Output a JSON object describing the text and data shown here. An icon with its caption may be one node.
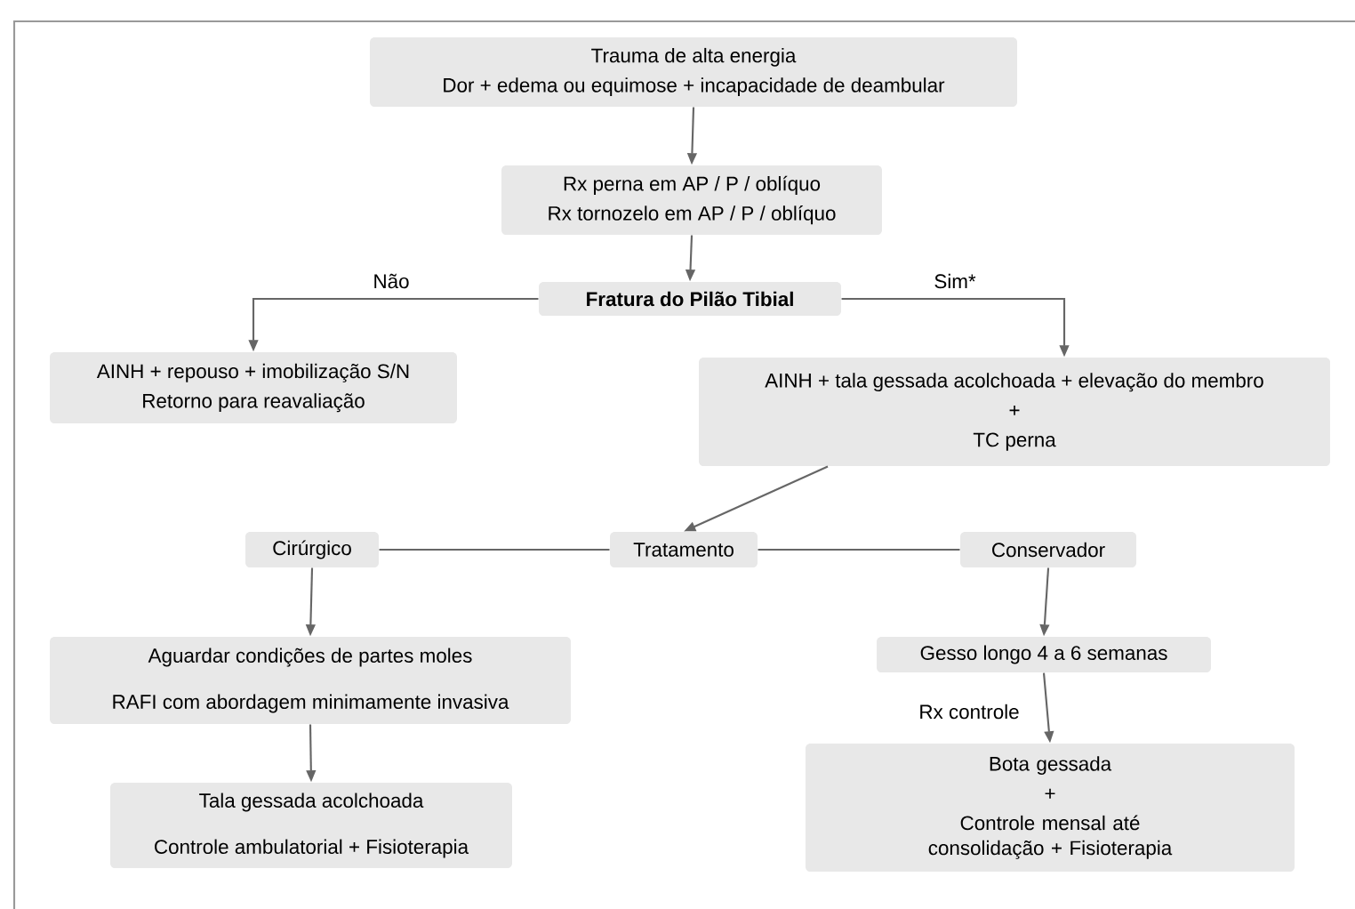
{
  "diagram": {
    "nodes": [
      {
        "text": [
          "Trauma de alta energia",
          "Dor + edema ou equimose + incapacidade de deambular"
        ]
      },
      {
        "text": [
          "Rx perna em AP / P / oblíquo",
          "Rx tornozelo em AP / P / oblíquo"
        ]
      },
      {
        "text": [
          "Fratura do Pilão Tibial"
        ]
      },
      {
        "text": [
          "AINH + repouso + imobilização S/N",
          "Retorno para reavaliação"
        ]
      },
      {
        "text": [
          "AINH + tala gessada acolchoada + elevação do membro",
          "+",
          "TC perna"
        ]
      },
      {
        "text": [
          "Cirúrgico"
        ]
      },
      {
        "text": [
          "Tratamento"
        ]
      },
      {
        "text": [
          "Conservador"
        ]
      },
      {
        "text": [
          "Aguardar condições de partes moles",
          "RAFI com abordagem minimamente invasiva"
        ]
      },
      {
        "text": [
          "Gesso longo 4 a 6 semanas"
        ]
      },
      {
        "text": [
          "Tala gessada acolchoada",
          "Controle ambulatorial + Fisioterapia"
        ]
      },
      {
        "text": [
          "Bota gessada",
          "+",
          "Controle mensal até consolidação + Fisioterapia"
        ]
      }
    ],
    "edges": [
      {
        "from": 0,
        "to": 1,
        "arrow": "to"
      },
      {
        "from": 1,
        "to": 2,
        "arrow": "to"
      },
      {
        "from": 2,
        "to": 3,
        "arrow": "to",
        "label": "Não"
      },
      {
        "from": 2,
        "to": 4,
        "arrow": "to",
        "label": "Sim*"
      },
      {
        "from": 4,
        "to": 6,
        "arrow": "to"
      },
      {
        "from": 6,
        "to": 5,
        "arrow": "none"
      },
      {
        "from": 6,
        "to": 7,
        "arrow": "none"
      },
      {
        "from": 5,
        "to": 8,
        "arrow": "to"
      },
      {
        "from": 8,
        "to": 10,
        "arrow": "to"
      },
      {
        "from": 7,
        "to": 9,
        "arrow": "to"
      },
      {
        "from": 9,
        "to": 11,
        "arrow": "to",
        "label": "Rx controle"
      }
    ]
  }
}
